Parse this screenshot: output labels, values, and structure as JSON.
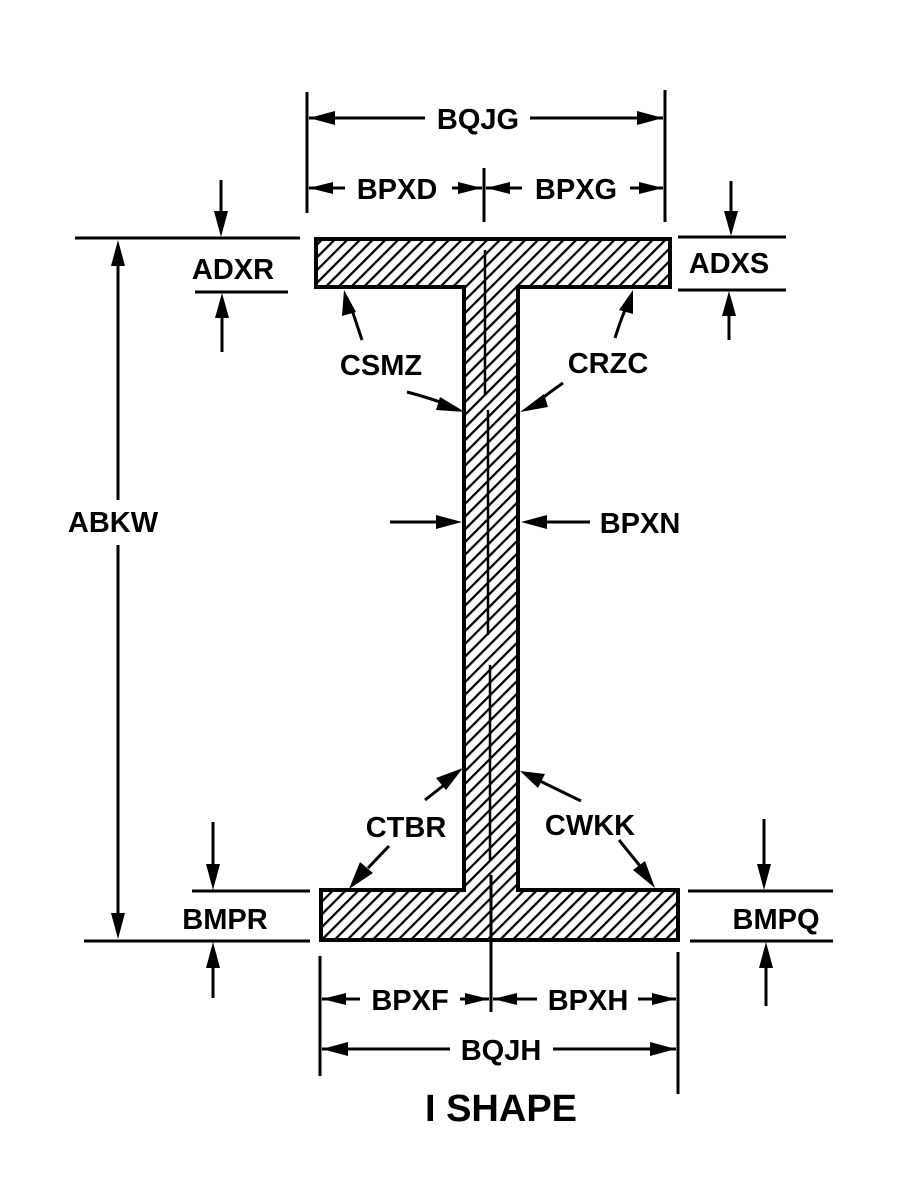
{
  "title": "I SHAPE",
  "colors": {
    "ink": "#000000",
    "background": "#ffffff"
  },
  "dimensions": {
    "overall_top_width": "BQJG",
    "top_left_half_width": "BPXD",
    "top_right_half_width": "BPXG",
    "top_left_flange_thickness": "ADXR",
    "top_right_flange_thickness": "ADXS",
    "overall_height": "ABKW",
    "top_left_fillet": "CSMZ",
    "top_right_fillet": "CRZC",
    "web_thickness": "BPXN",
    "bottom_left_fillet": "CTBR",
    "bottom_right_fillet": "CWKK",
    "bottom_left_flange_thickness": "BMPR",
    "bottom_right_flange_thickness": "BMPQ",
    "bottom_left_half_width": "BPXF",
    "bottom_right_half_width": "BPXH",
    "overall_bottom_width": "BQJH"
  }
}
